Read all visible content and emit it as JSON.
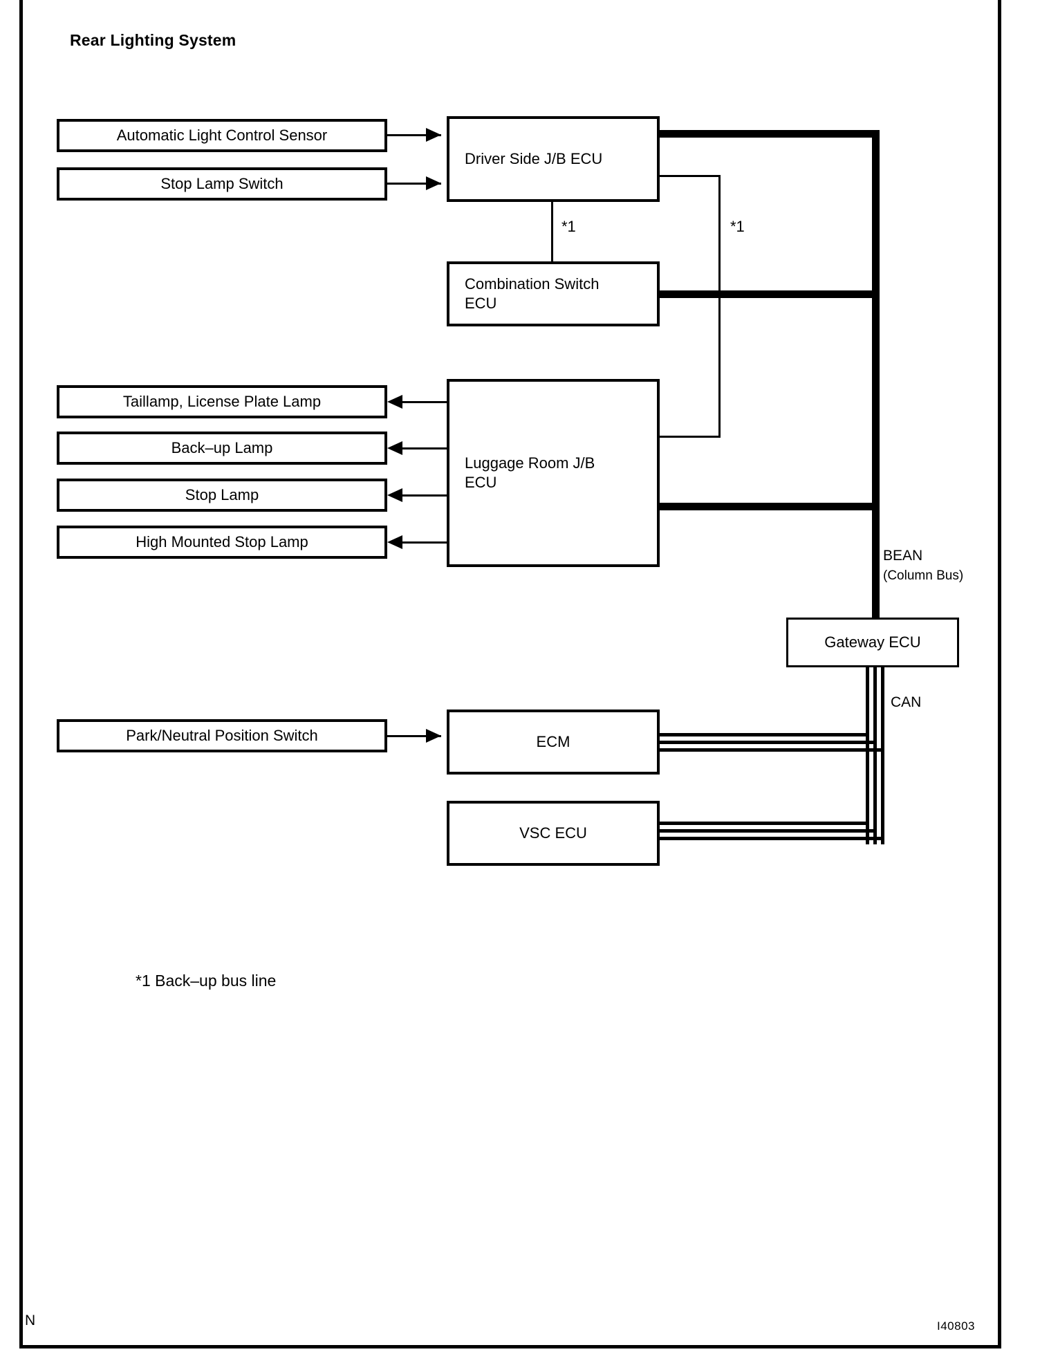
{
  "page": {
    "title": "Rear Lighting System",
    "corner_mark": "N",
    "figure_id": "I40803",
    "footnote": "*1 Back–up bus line",
    "ink_color": "#000000",
    "background_color": "#ffffff"
  },
  "inputs": {
    "automatic_light_control_sensor": "Automatic Light Control Sensor",
    "stop_lamp_switch": "Stop Lamp Switch",
    "park_neutral_position_switch": "Park/Neutral Position Switch"
  },
  "ecus": {
    "driver_side_jb_ecu": "Driver Side J/B ECU",
    "combination_switch_ecu": "Combination Switch\nECU",
    "luggage_room_jb_ecu": "Luggage Room J/B\nECU",
    "gateway_ecu": "Gateway ECU",
    "ecm": "ECM",
    "vsc_ecu": "VSC ECU"
  },
  "outputs": {
    "taillamp_license_plate_lamp": "Taillamp, License Plate Lamp",
    "back_up_lamp": "Back–up Lamp",
    "stop_lamp": "Stop Lamp",
    "high_mounted_stop_lamp": "High Mounted Stop Lamp"
  },
  "bus_labels": {
    "bean": "BEAN",
    "bean_sub": "(Column Bus)",
    "can": "CAN",
    "backup_marker_left": "*1",
    "backup_marker_right": "*1"
  },
  "diagram_data": {
    "type": "block-diagram",
    "nodes": [
      "Automatic Light Control Sensor",
      "Stop Lamp Switch",
      "Driver Side J/B ECU",
      "Combination Switch ECU",
      "Luggage Room J/B ECU",
      "Taillamp, License Plate Lamp",
      "Back–up Lamp",
      "Stop Lamp",
      "High Mounted Stop Lamp",
      "Gateway ECU",
      "Park/Neutral Position Switch",
      "ECM",
      "VSC ECU"
    ],
    "edges": [
      {
        "from": "Automatic Light Control Sensor",
        "to": "Driver Side J/B ECU",
        "style": "arrow"
      },
      {
        "from": "Stop Lamp Switch",
        "to": "Driver Side J/B ECU",
        "style": "arrow"
      },
      {
        "from": "Driver Side J/B ECU",
        "to": "Combination Switch ECU",
        "style": "plain",
        "label": "*1"
      },
      {
        "from": "Driver Side J/B ECU",
        "to": "Luggage Room J/B ECU",
        "style": "plain",
        "label": "*1"
      },
      {
        "from": "Driver Side J/B ECU",
        "to": "BEAN (Column Bus)",
        "style": "thick-bus"
      },
      {
        "from": "Combination Switch ECU",
        "to": "BEAN (Column Bus)",
        "style": "thick-bus"
      },
      {
        "from": "Luggage Room J/B ECU",
        "to": "BEAN (Column Bus)",
        "style": "thick-bus"
      },
      {
        "from": "BEAN (Column Bus)",
        "to": "Gateway ECU",
        "style": "thick-bus"
      },
      {
        "from": "Luggage Room J/B ECU",
        "to": "Taillamp, License Plate Lamp",
        "style": "arrow"
      },
      {
        "from": "Luggage Room J/B ECU",
        "to": "Back–up Lamp",
        "style": "arrow"
      },
      {
        "from": "Luggage Room J/B ECU",
        "to": "Stop Lamp",
        "style": "arrow"
      },
      {
        "from": "Luggage Room J/B ECU",
        "to": "High Mounted Stop Lamp",
        "style": "arrow"
      },
      {
        "from": "Park/Neutral Position Switch",
        "to": "ECM",
        "style": "arrow"
      },
      {
        "from": "ECM",
        "to": "CAN",
        "style": "can-bus"
      },
      {
        "from": "VSC ECU",
        "to": "CAN",
        "style": "can-bus"
      },
      {
        "from": "CAN",
        "to": "Gateway ECU",
        "style": "can-bus"
      }
    ]
  }
}
